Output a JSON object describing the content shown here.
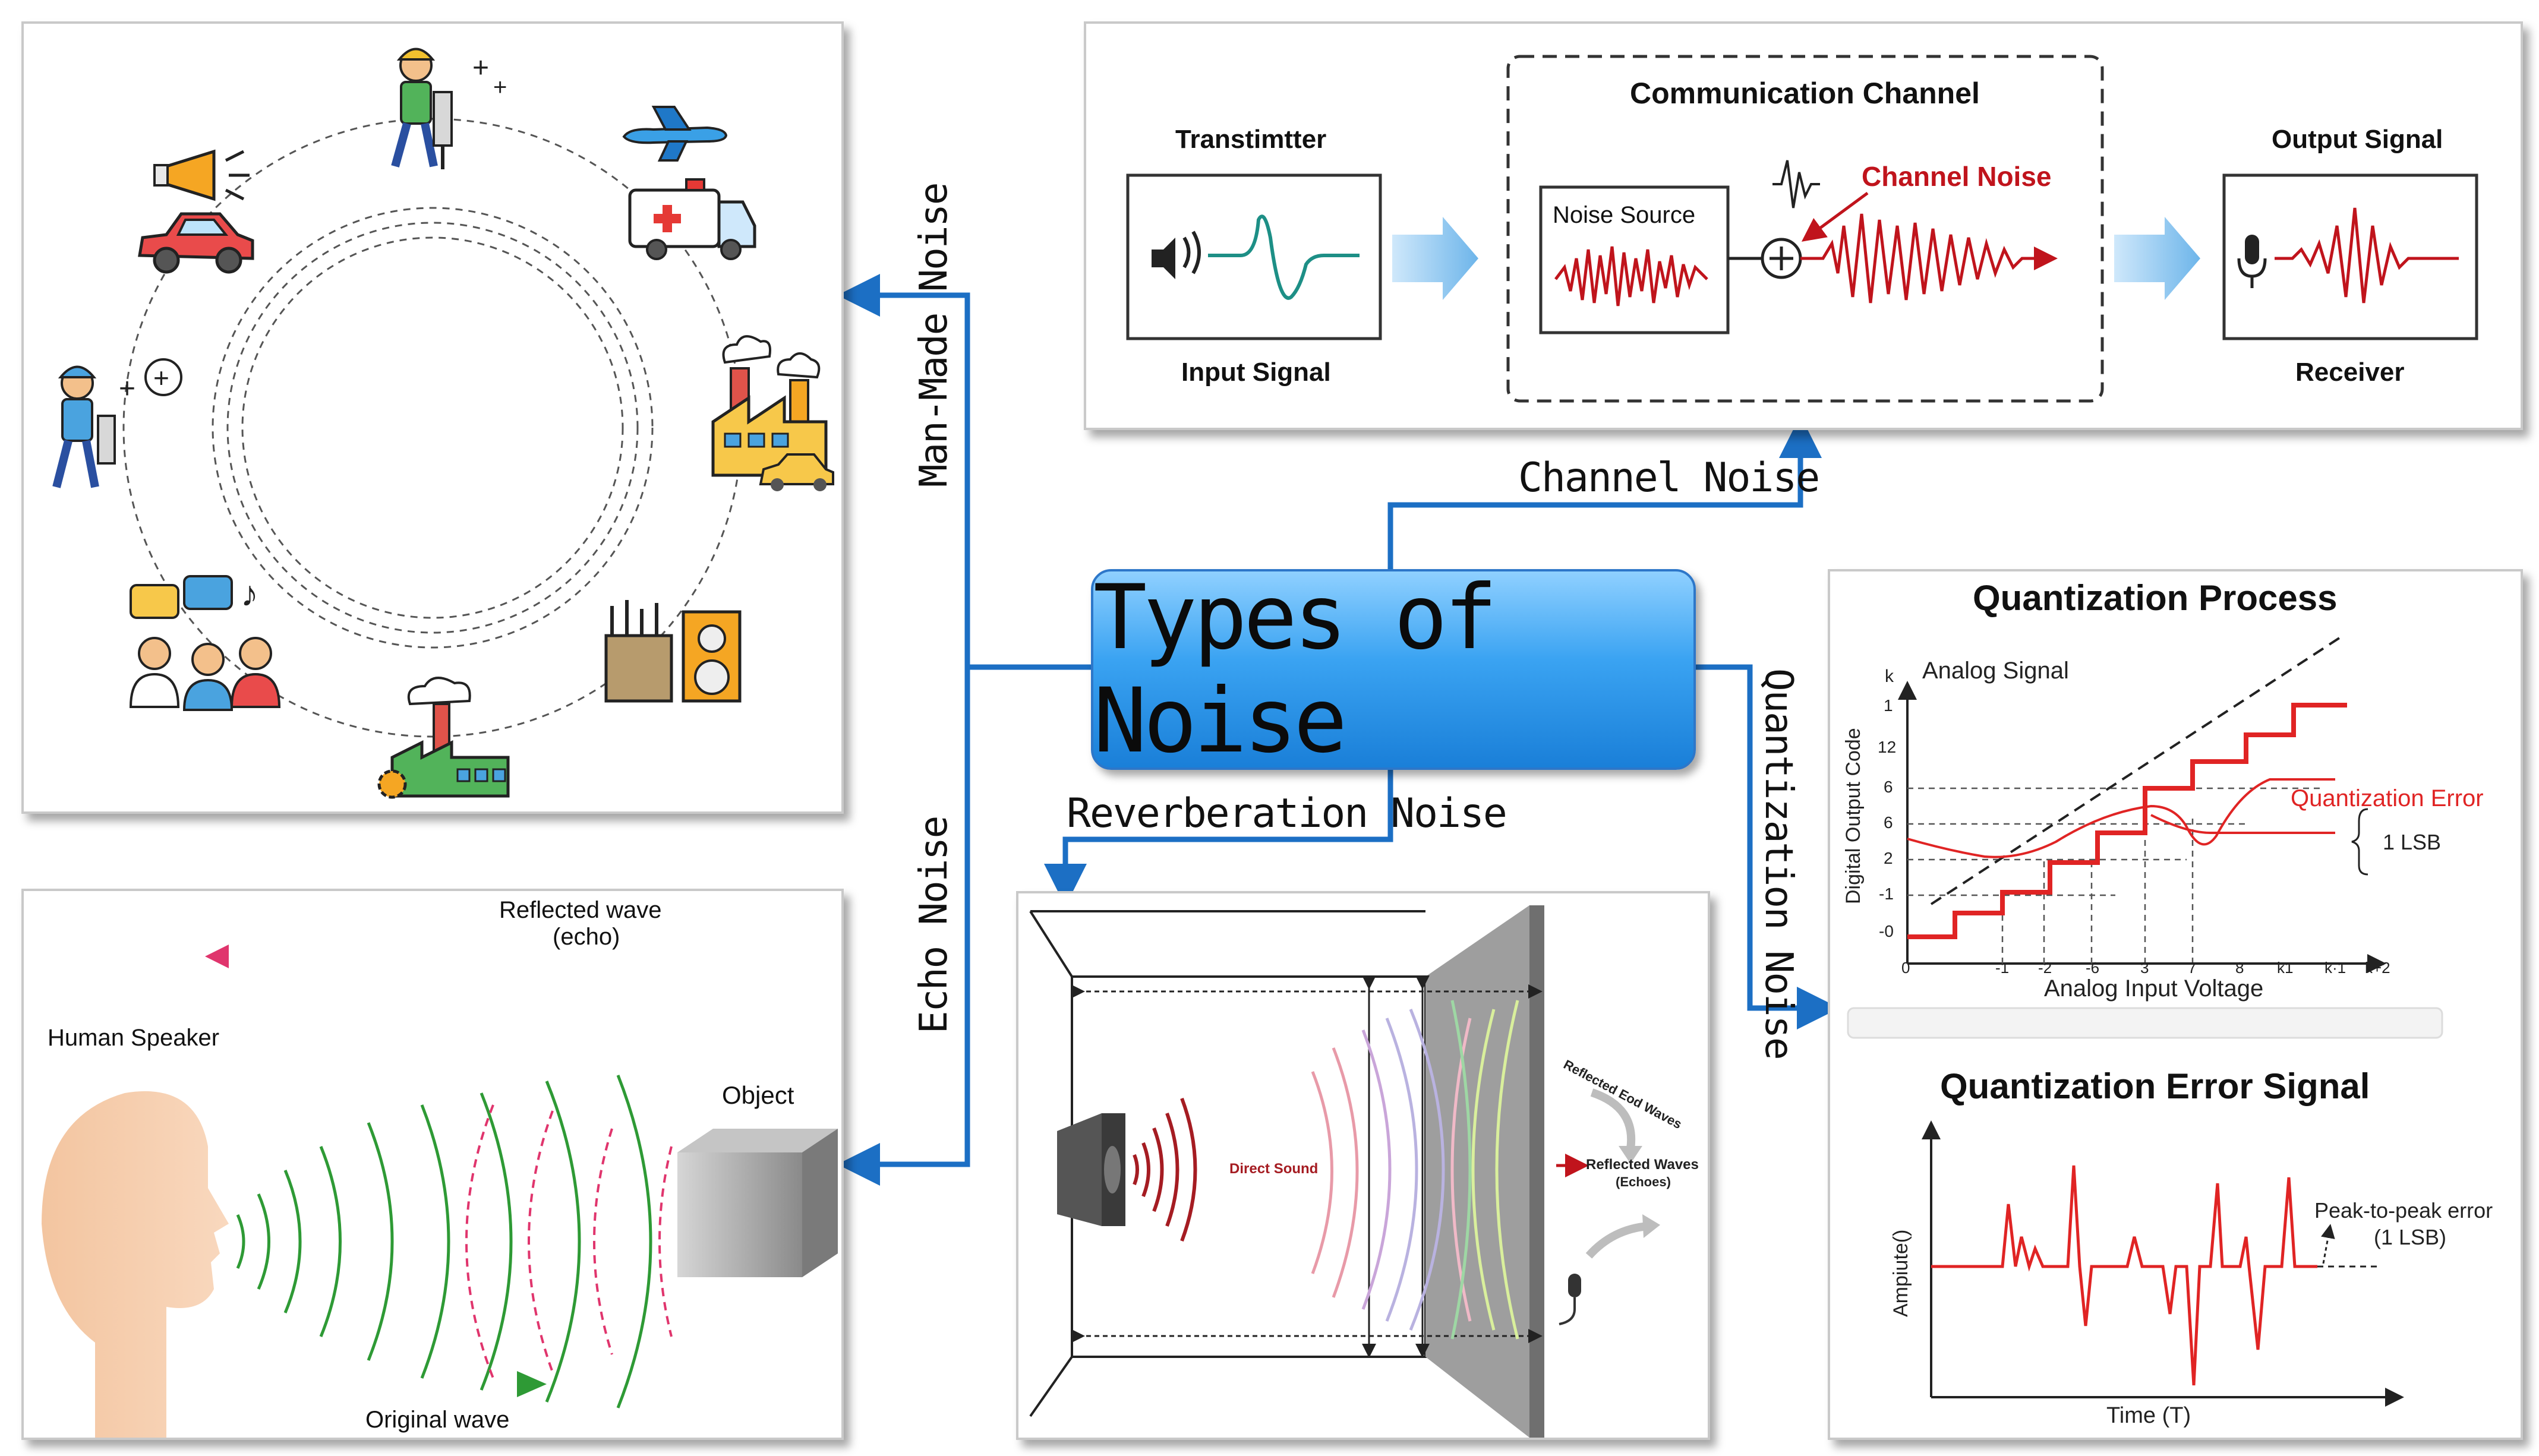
{
  "center": {
    "title": "Types of Noise"
  },
  "branches": {
    "man_made": "Man-Made Noise",
    "echo": "Echo Noise",
    "channel": "Channel Noise",
    "reverberation": "Reverberation Noise",
    "quantization": "Quantization Noise"
  },
  "channel_panel": {
    "transmitter": "Transtimtter",
    "input_signal": "Input Signal",
    "communication_channel": "Communication Channel",
    "noise_source": "Noise Source",
    "channel_noise": "Channel Noise",
    "output_signal": "Output Signal",
    "receiver": "Receiver"
  },
  "echo_panel": {
    "reflected_wave": "Reflected wave",
    "echo": "(echo)",
    "human_speaker": "Human Speaker",
    "object": "Object",
    "original_wave": "Original wave"
  },
  "reverb_panel": {
    "direct_sound": "Direct Sound",
    "reflected_eod_waves": "Reflected Eod Waves",
    "reflected_waves": "Reflected Waves",
    "echoes": "(Echoes)"
  },
  "quant_panel": {
    "title": "Quantization Process",
    "analog_signal": "Analog Signal",
    "y_axis": "Digital Output Code",
    "x_axis": "Analog Input Voltage",
    "quantization_error": "Quantization Error",
    "lsb": "1 LSB",
    "k_label": "k",
    "y_ticks": [
      "1",
      "12",
      "6",
      "6",
      "2",
      "-1",
      "-0"
    ],
    "x_ticks": [
      "0",
      "-1",
      "-2",
      "-6",
      "3",
      "7",
      "8",
      "k1",
      "k·1",
      "k+2"
    ],
    "error_title": "Quantization Error Signal",
    "error_y_axis": "Ampiute()",
    "error_x_axis": "Time (T)",
    "peak_to_peak": "Peak-to-peak error",
    "peak_lsb": "(1 LSB)"
  },
  "colors": {
    "connector": "#1c6fc4",
    "signal_red": "#c0141c",
    "wave_green": "#2e9a35",
    "arrow_pink": "#e0356d"
  }
}
